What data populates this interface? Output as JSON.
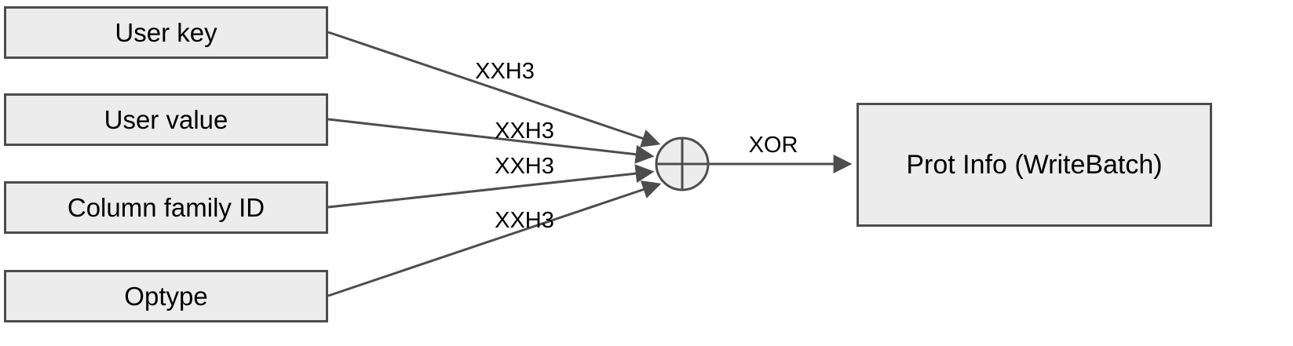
{
  "diagram": {
    "inputs": [
      {
        "label": "User key",
        "hash_label": "XXH3"
      },
      {
        "label": "User value",
        "hash_label": "XXH3"
      },
      {
        "label": "Column family ID",
        "hash_label": "XXH3"
      },
      {
        "label": "Optype",
        "hash_label": "XXH3"
      }
    ],
    "combiner": {
      "symbol": "xor-circle",
      "op_label": "XOR"
    },
    "output": {
      "label": "Prot Info (WriteBatch)"
    }
  },
  "colors": {
    "background": "#ffffff",
    "box_fill": "#ececec",
    "box_border": "#4d4d4d",
    "arrow": "#4d4d4d",
    "text": "#000000"
  }
}
